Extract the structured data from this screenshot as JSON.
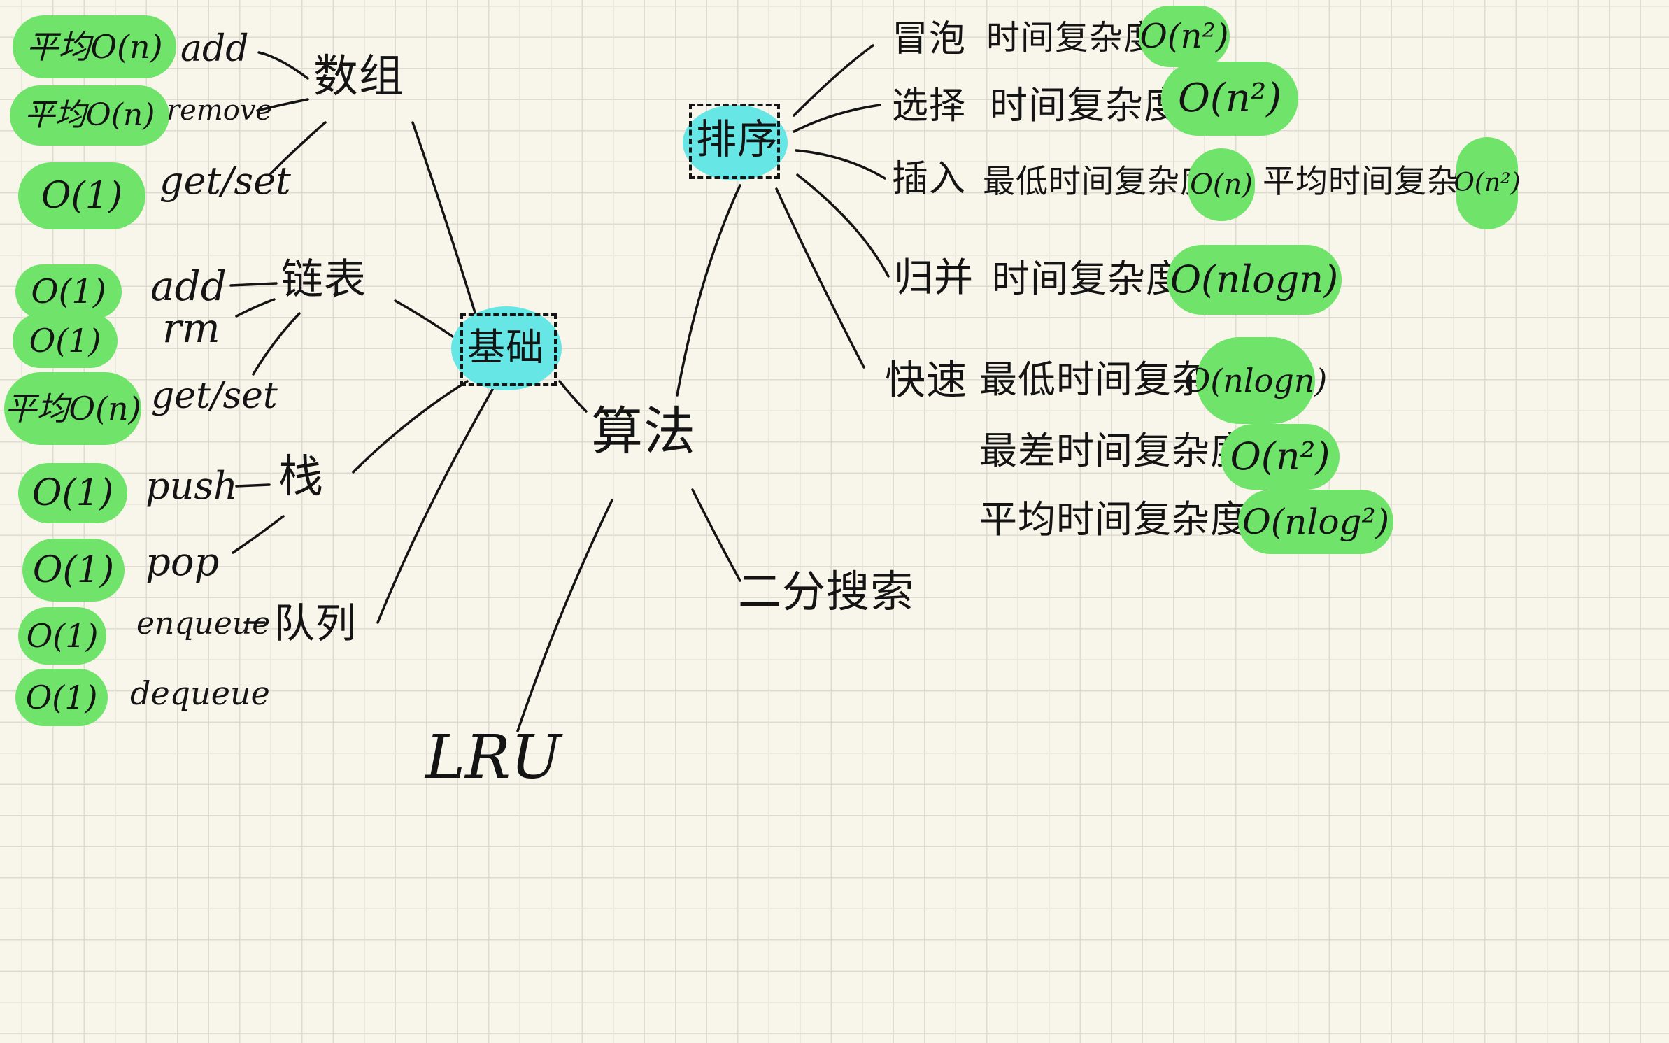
{
  "root": "算法",
  "basics": "基础",
  "sorting": "排序",
  "binary_search": "二分搜索",
  "lru": "LRU",
  "array": {
    "label": "数组",
    "ops": [
      {
        "complexity": "平均O(n)",
        "op": "add"
      },
      {
        "complexity": "平均O(n)",
        "op": "remove"
      },
      {
        "complexity": "O(1)",
        "op": "get/set"
      }
    ]
  },
  "linked_list": {
    "label": "链表",
    "ops": [
      {
        "complexity": "O(1)",
        "op": "add"
      },
      {
        "complexity": "O(1)",
        "op": "rm"
      },
      {
        "complexity": "平均O(n)",
        "op": "get/set"
      }
    ]
  },
  "stack": {
    "label": "栈",
    "ops": [
      {
        "complexity": "O(1)",
        "op": "push"
      },
      {
        "complexity": "O(1)",
        "op": "pop"
      }
    ]
  },
  "queue": {
    "label": "队列",
    "ops": [
      {
        "complexity": "O(1)",
        "op": "enqueue"
      },
      {
        "complexity": "O(1)",
        "op": "dequeue"
      }
    ]
  },
  "sorts": {
    "bubble": {
      "label": "冒泡",
      "desc": "时间复杂度",
      "value": "O(n²)"
    },
    "selection": {
      "label": "选择",
      "desc": "时间复杂度",
      "value": "O(n²)"
    },
    "insertion": {
      "label": "插入",
      "desc": "最低时间复杂度",
      "value": "O(n)",
      "desc2": "平均时间复杂度",
      "value2": "O(n²)"
    },
    "merge": {
      "label": "归并",
      "desc": "时间复杂度",
      "value": "O(nlogn)"
    },
    "quick": {
      "label": "快速",
      "best_desc": "最低时间复杂度",
      "best_value": "O(nlogn)",
      "worst_desc": "最差时间复杂度",
      "worst_value": "O(n²)",
      "avg_desc": "平均时间复杂度",
      "avg_value": "O(nlog²)"
    }
  },
  "colors": {
    "highlight": "#6fe36a",
    "node_highlight": "#67e6e6",
    "ink": "#141414",
    "paper": "#f8f6ea"
  }
}
